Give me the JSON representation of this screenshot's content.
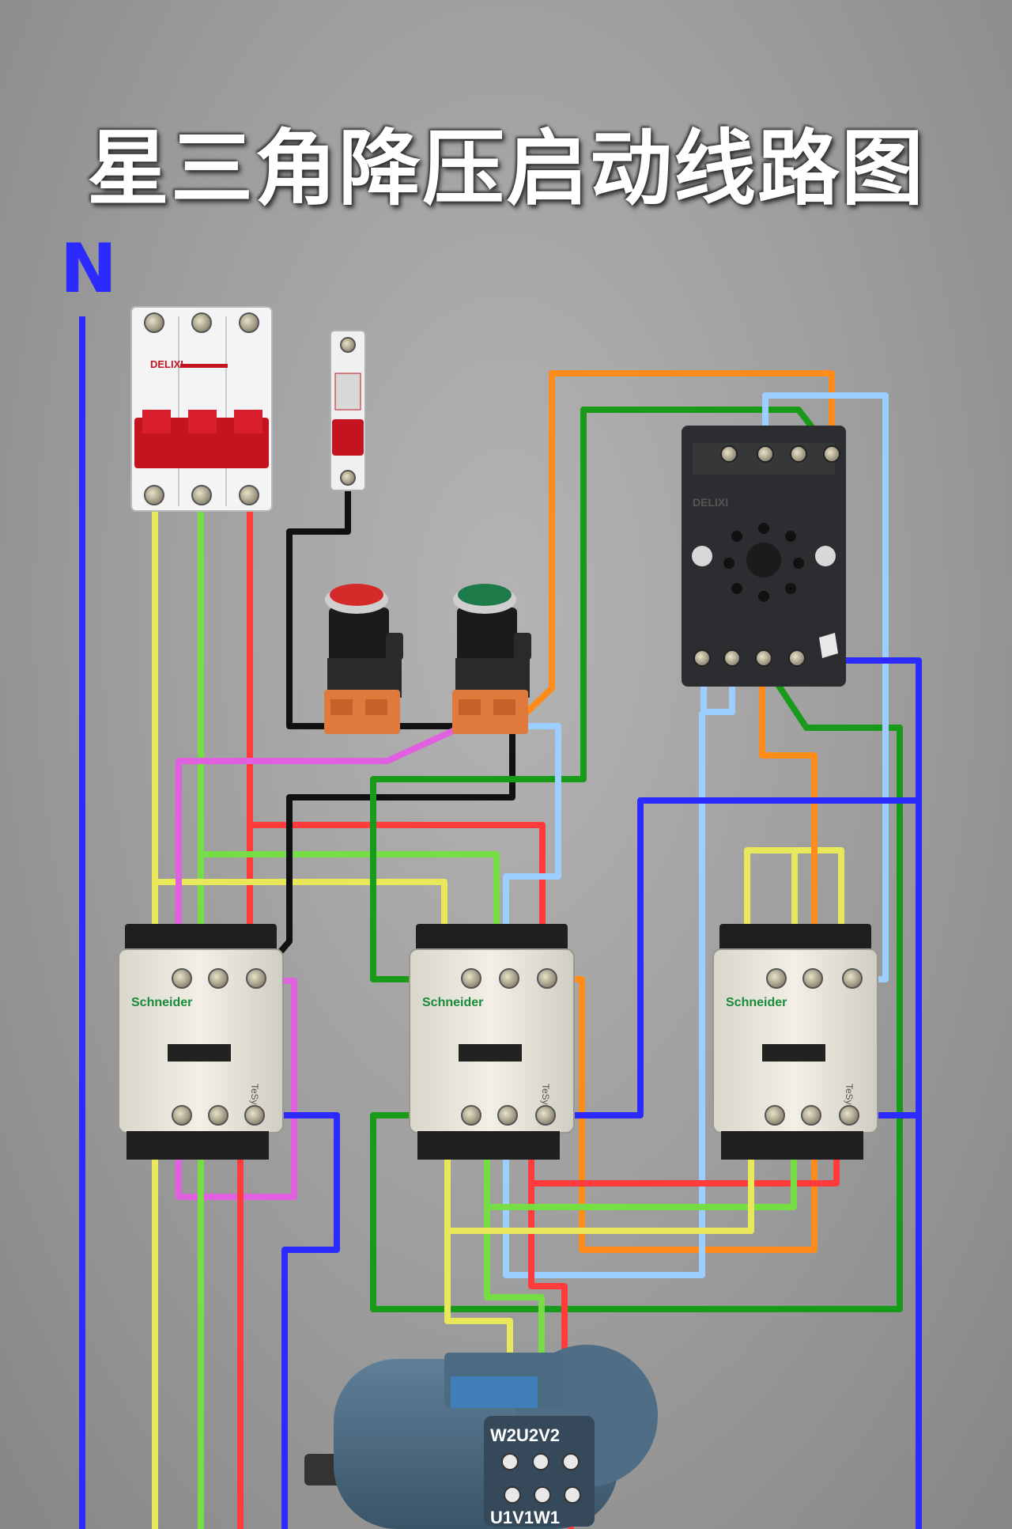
{
  "title": "星三角降压启动线路图",
  "neutral_label": "N",
  "breaker": {
    "brand": "DELIXI"
  },
  "relay": {
    "brand": "DELIXI"
  },
  "contactors": {
    "brand": "Schneider",
    "series": "TeSys"
  },
  "motor": {
    "terminal_top": "W2U2V2",
    "terminal_bottom": "U1V1W1"
  },
  "colors": {
    "L1": "#e8e85a",
    "L2": "#77dd44",
    "L3": "#ff3b3b",
    "neutral": "#2b2bff",
    "control": "#111111",
    "magenta": "#e060e0",
    "orange": "#ff8c1a",
    "green": "#1a9a1a",
    "lightblue": "#9ccfff"
  }
}
